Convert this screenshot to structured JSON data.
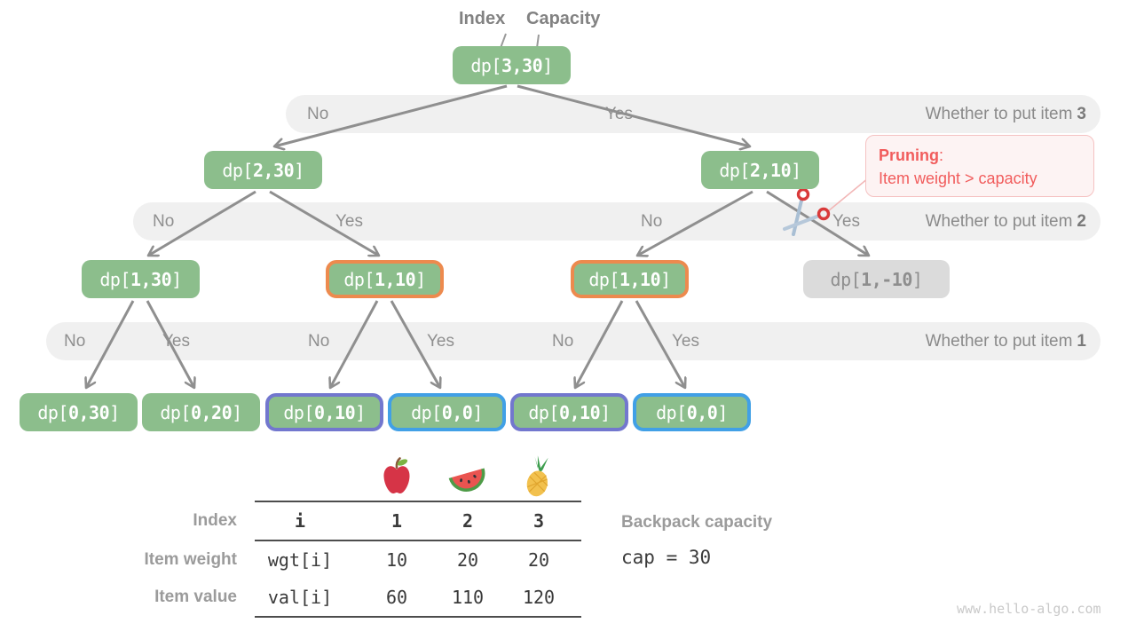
{
  "diagram": {
    "index_label": "Index",
    "capacity_label": "Capacity",
    "watermark": "www.hello-algo.com"
  },
  "tree": {
    "nodes": [
      "dp[3,30]",
      "dp[2,30]",
      "dp[2,10]",
      "dp[1,30]",
      "dp[1,10]",
      "dp[1,10]",
      "dp[1,-10]",
      "dp[0,30]",
      "dp[0,20]",
      "dp[0,10]",
      "dp[0,0]",
      "dp[0,10]",
      "dp[0,0]"
    ],
    "bands": [
      {
        "branches": [
          "No",
          "Yes"
        ],
        "question": "Whether to put item",
        "item_num": "3"
      },
      {
        "branches": [
          "No",
          "Yes",
          "No",
          "Yes"
        ],
        "question": "Whether to put item",
        "item_num": "2"
      },
      {
        "branches": [
          "No",
          "Yes",
          "No",
          "Yes",
          "No",
          "Yes"
        ],
        "question": "Whether to put item",
        "item_num": "1"
      }
    ]
  },
  "pruning": {
    "title": "Pruning",
    "separator": ":",
    "reason": "Item weight > capacity"
  },
  "legend": {
    "fruit_icons": [
      "apple-icon",
      "watermelon-icon",
      "pineapple-icon"
    ],
    "rows": [
      {
        "header": "Index",
        "var": "i",
        "values": [
          "1",
          "2",
          "3"
        ]
      },
      {
        "header": "Item weight",
        "var": "wgt[i]",
        "values": [
          "10",
          "20",
          "20"
        ]
      },
      {
        "header": "Item value",
        "var": "val[i]",
        "values": [
          "60",
          "110",
          "120"
        ]
      }
    ],
    "capacity_label": "Backpack capacity",
    "capacity_value": "cap = 30"
  },
  "colors": {
    "node_green": "#8CBE8C",
    "node_gray": "#DBDBDB",
    "highlight_orange": "#ED8A4E",
    "highlight_purple": "#7277CE",
    "highlight_blue": "#41A0E6",
    "band_gray": "#F0F0F0",
    "pruning_red": "#F15C5C",
    "arrow_gray": "#8F8F8F"
  }
}
